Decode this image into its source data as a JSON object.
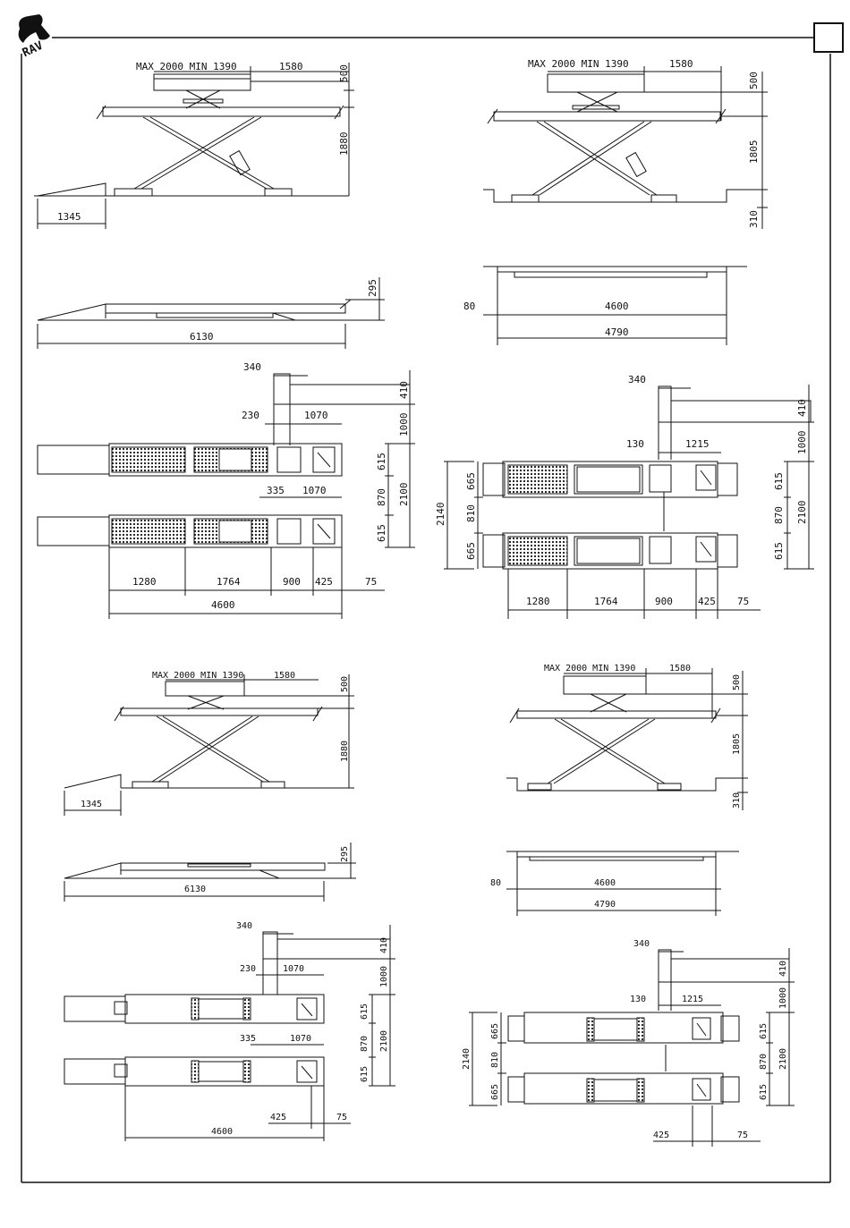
{
  "page": {
    "frame_label": ""
  },
  "logo": {
    "name": "ravaglioli-logo",
    "text": "RAV"
  },
  "ink": "#111111",
  "diagrams": {
    "side_recessed_ramp": {
      "max_min": "MAX 2000 MIN 1390",
      "d1580": "1580",
      "d500": "500",
      "d1880": "1880",
      "d1345": "1345",
      "d6130": "6130",
      "d295": "295"
    },
    "side_flush_pit": {
      "max_min": "MAX 2000 MIN 1390",
      "d1580": "1580",
      "d500": "500",
      "d1805": "1805",
      "d310": "310",
      "d80": "80",
      "d4600": "4600",
      "d4790": "4790"
    },
    "plan_left": {
      "d340": "340",
      "d410": "410",
      "d230": "230",
      "d1070a": "1070",
      "d1000": "1000",
      "d615a": "615",
      "d335": "335",
      "d1070b": "1070",
      "d870": "870",
      "d2100": "2100",
      "d615b": "615",
      "d1280": "1280",
      "d1764": "1764",
      "d900": "900",
      "d425": "425",
      "d75": "75",
      "d4600": "4600"
    },
    "plan_right": {
      "d340": "340",
      "d410": "410",
      "d130": "130",
      "d1215": "1215",
      "d1000": "1000",
      "d2140": "2140",
      "d665a": "665",
      "d810": "810",
      "d665b": "665",
      "d615a": "615",
      "d870": "870",
      "d2100": "2100",
      "d615b": "615",
      "d1280": "1280",
      "d1764": "1764",
      "d900": "900",
      "d425": "425",
      "d75": "75"
    },
    "side_recessed_ramp_2": {
      "max_min": "MAX 2000 MIN 1390",
      "d1580": "1580",
      "d500": "500",
      "d1880": "1880",
      "d1345": "1345",
      "d6130": "6130",
      "d295": "295"
    },
    "side_flush_pit_2": {
      "max_min": "MAX 2000 MIN 1390",
      "d1580": "1580",
      "d500": "500",
      "d1805": "1805",
      "d310": "310",
      "d80": "80",
      "d4600": "4600",
      "d4790": "4790"
    },
    "plan_left_2": {
      "d340": "340",
      "d410": "410",
      "d230": "230",
      "d1070a": "1070",
      "d1000": "1000",
      "d615a": "615",
      "d335": "335",
      "d1070b": "1070",
      "d870": "870",
      "d2100": "2100",
      "d615b": "615",
      "d425": "425",
      "d75": "75",
      "d4600": "4600"
    },
    "plan_right_2": {
      "d340": "340",
      "d410": "410",
      "d130": "130",
      "d1215": "1215",
      "d1000": "1000",
      "d2140": "2140",
      "d665a": "665",
      "d810": "810",
      "d665b": "665",
      "d615a": "615",
      "d870": "870",
      "d2100": "2100",
      "d615b": "615",
      "d425": "425",
      "d75": "75"
    }
  }
}
